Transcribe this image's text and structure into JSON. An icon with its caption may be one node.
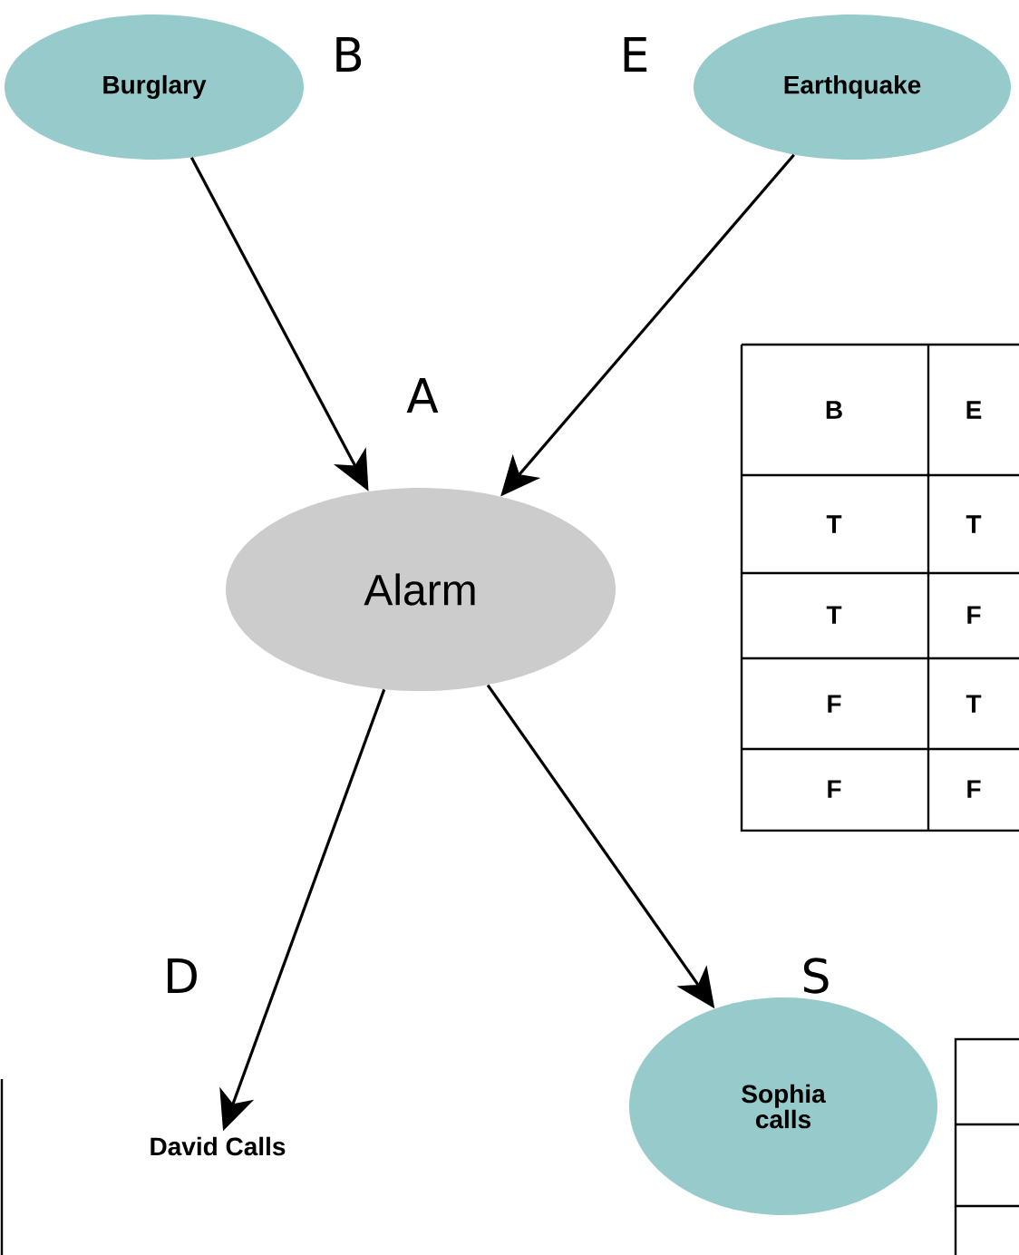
{
  "diagram": {
    "nodes": [
      {
        "text": [
          "Burglary"
        ],
        "beside": [
          "B"
        ]
      },
      {
        "text": [
          "Earthquake"
        ],
        "beside": [
          "E"
        ]
      },
      {
        "text": [
          "Alarm"
        ],
        "beside": [
          "A"
        ]
      },
      {
        "text": [
          "David Calls"
        ],
        "beside": [
          "D"
        ]
      },
      {
        "text": [
          "Sophia calls"
        ],
        "beside": [
          "S"
        ]
      }
    ],
    "edges": [
      {
        "from": 0,
        "to": 2,
        "arrow": "to"
      },
      {
        "from": 1,
        "to": 2,
        "arrow": "to"
      },
      {
        "from": 2,
        "to": 3,
        "arrow": "to"
      },
      {
        "from": 2,
        "to": 4,
        "arrow": "to"
      }
    ],
    "labels": [
      "B",
      "E",
      "T",
      "T",
      "T",
      "F",
      "F",
      "T",
      "F",
      "F"
    ]
  }
}
